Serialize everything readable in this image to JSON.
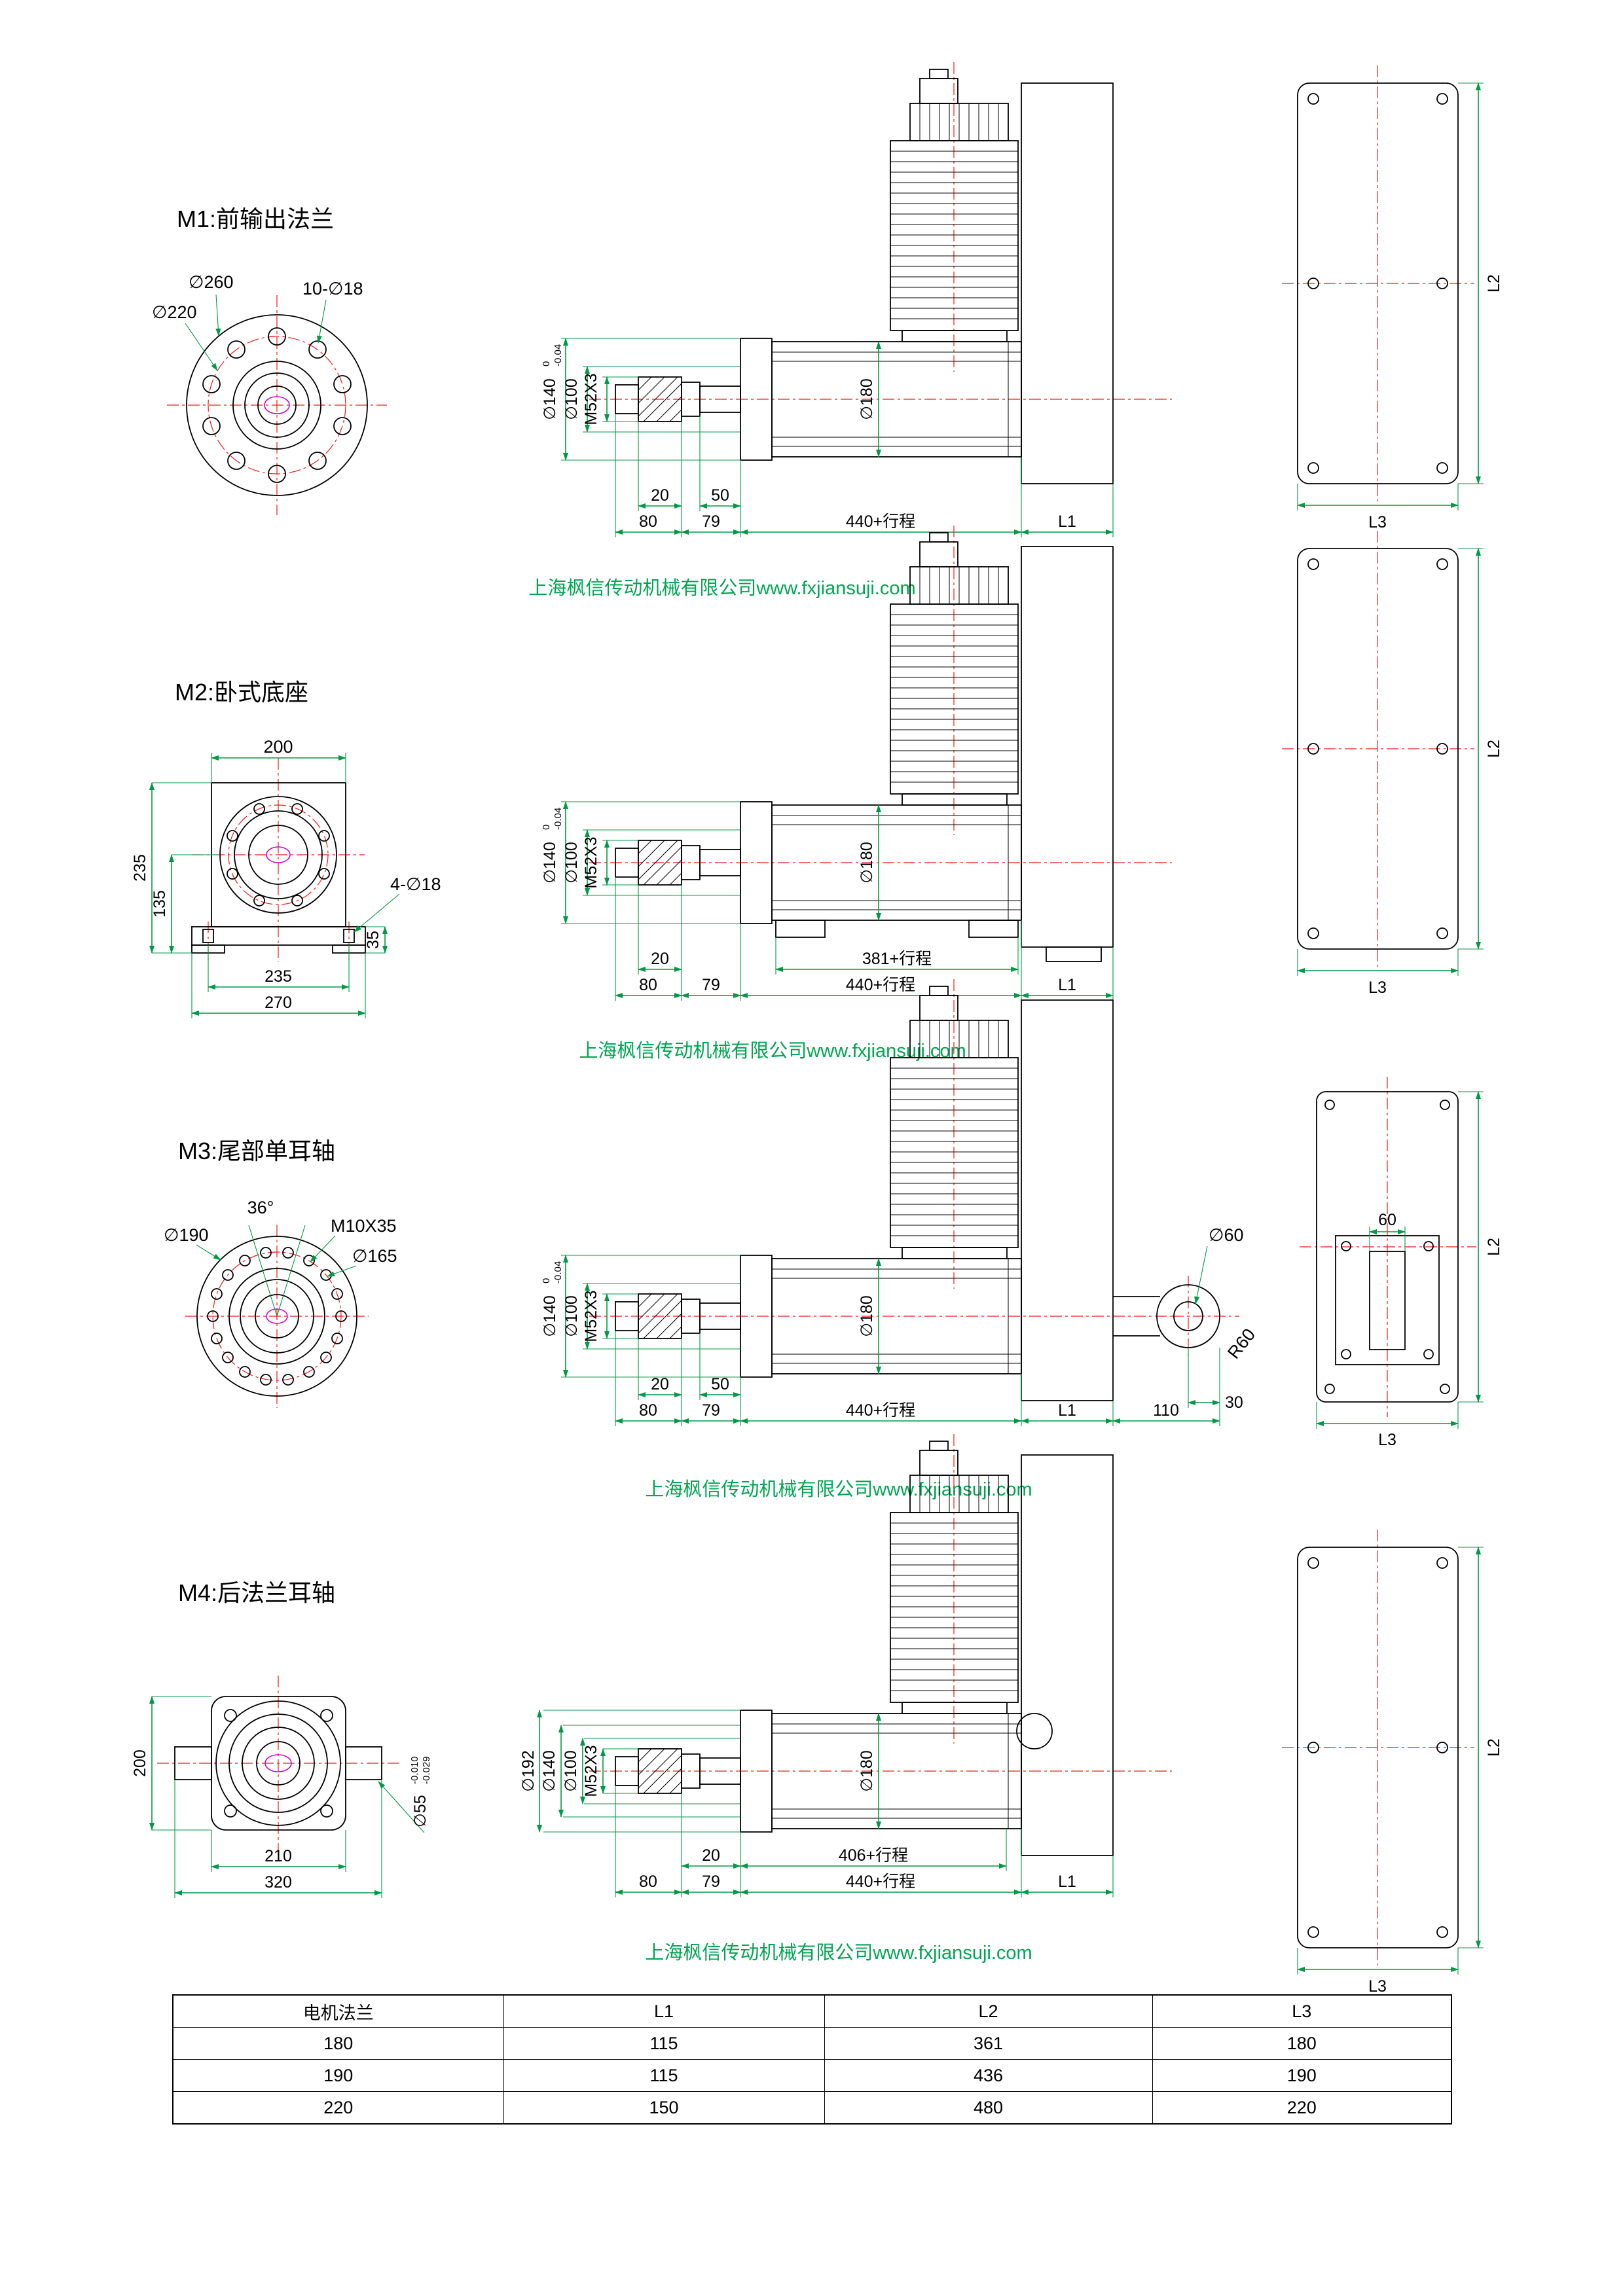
{
  "watermark": "上海枫信传动机械有限公司www.fxjiansuji.com",
  "common": {
    "d140": "∅140",
    "tol_top": "0",
    "tol_bot": "-0.04",
    "d100": "∅100",
    "m52": "M52X3",
    "d180": "∅180",
    "dim20": "20",
    "dim50": "50",
    "dim80": "80",
    "dim79": "79",
    "stroke440": "440+行程",
    "L1": "L1",
    "L2": "L2",
    "L3": "L3"
  },
  "m1": {
    "title": "M1:前输出法兰",
    "d260": "∅260",
    "d220": "∅220",
    "holes": "10-∅18"
  },
  "m2": {
    "title": "M2:卧式底座",
    "w200": "200",
    "h235": "235",
    "h135": "135",
    "holes": "4-∅18",
    "h35": "35",
    "w235": "235",
    "w270": "270",
    "stroke381": "381+行程"
  },
  "m3": {
    "title": "M3:尾部单耳轴",
    "ang36": "36°",
    "m10": "M10X35",
    "d190": "∅190",
    "d165": "∅165",
    "d60": "∅60",
    "r60": "R60",
    "dim30": "30",
    "dim110": "110",
    "dim60": "60"
  },
  "m4": {
    "title": "M4:后法兰耳轴",
    "h200": "200",
    "w210": "210",
    "w320": "320",
    "d55": "∅55",
    "tol_top": "-0.010",
    "tol_bot": "-0.029",
    "d192": "∅192",
    "stroke406": "406+行程"
  },
  "table": {
    "headers": [
      "电机法兰",
      "L1",
      "L2",
      "L3"
    ],
    "rows": [
      [
        "180",
        "115",
        "361",
        "180"
      ],
      [
        "190",
        "115",
        "436",
        "190"
      ],
      [
        "220",
        "150",
        "480",
        "220"
      ]
    ]
  }
}
